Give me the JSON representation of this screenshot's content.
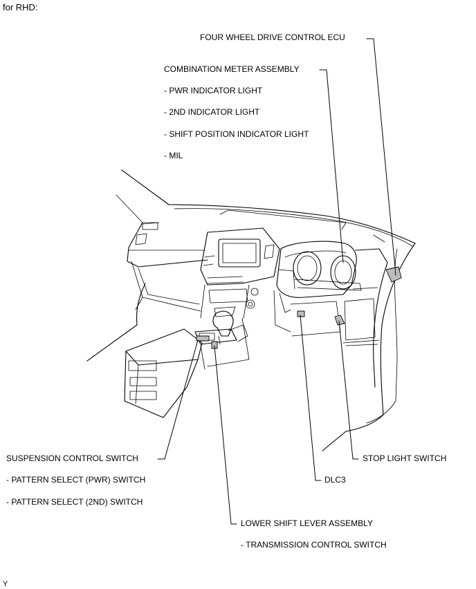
{
  "header": {
    "title": "for RHD:"
  },
  "labels": {
    "four_wheel_drive_ecu": "FOUR WHEEL DRIVE CONTROL ECU",
    "combination_meter": "COMBINATION METER ASSEMBLY",
    "pwr_indicator": "- PWR INDICATOR LIGHT",
    "second_indicator": "- 2ND INDICATOR LIGHT",
    "shift_position_indicator": "- SHIFT POSITION INDICATOR LIGHT",
    "mil": "- MIL",
    "suspension_control_switch": "SUSPENSION CONTROL SWITCH",
    "pattern_select_pwr": "- PATTERN SELECT (PWR) SWITCH",
    "pattern_select_2nd": "- PATTERN SELECT (2ND) SWITCH",
    "stop_light_switch": "STOP LIGHT SWITCH",
    "dlc3": "DLC3",
    "lower_shift_lever": "LOWER SHIFT LEVER ASSEMBLY",
    "transmission_control_switch": "- TRANSMISSION CONTROL SWITCH"
  },
  "footer": {
    "code": "Y"
  }
}
